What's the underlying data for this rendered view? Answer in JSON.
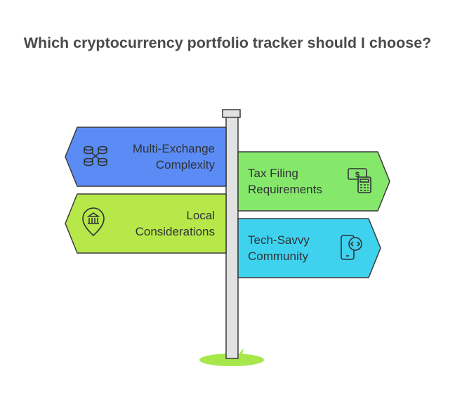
{
  "title": "Which cryptocurrency portfolio tracker should I choose?",
  "signs": [
    {
      "id": "multi-exchange",
      "lines": [
        "Multi-Exchange",
        "Complexity"
      ],
      "icon": "exchange-network-icon",
      "color": "#5b8cf5"
    },
    {
      "id": "tax-filing",
      "lines": [
        "Tax Filing",
        "Requirements"
      ],
      "icon": "money-calculator-icon",
      "color": "#86e86a"
    },
    {
      "id": "local",
      "lines": [
        "Local",
        "Considerations"
      ],
      "icon": "location-bank-icon",
      "color": "#b7e84a"
    },
    {
      "id": "tech-savvy",
      "lines": [
        "Tech-Savvy",
        "Community"
      ],
      "icon": "mobile-code-icon",
      "color": "#3fd2ee"
    }
  ],
  "colors": {
    "outline": "#3a3a3a",
    "pole": "#e2e2e2",
    "grass": "#a6e84c",
    "title": "#4a4a4a"
  }
}
